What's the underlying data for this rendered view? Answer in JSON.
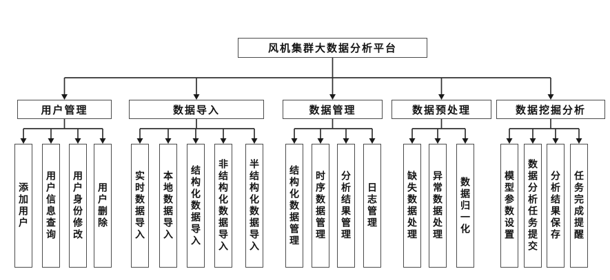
{
  "diagram": {
    "root": "风机集群大数据分析平台",
    "branches": [
      {
        "label": "用户管理",
        "children": [
          "添加用户",
          "用户信息查询",
          "用户身份修改",
          "用户删除"
        ]
      },
      {
        "label": "数据导入",
        "children": [
          "实时数据导入",
          "本地数据导入",
          "结构化数据导入",
          "非结构化数据导入",
          "半结构化数据导入"
        ]
      },
      {
        "label": "数据管理",
        "children": [
          "结构化数据管理",
          "时序数据管理",
          "分析结果管理",
          "日志管理"
        ]
      },
      {
        "label": "数据预处理",
        "children": [
          "缺失数据处理",
          "异常数据处理",
          "数据归一化"
        ]
      },
      {
        "label": "数据挖掘分析",
        "children": [
          "模型参数设置",
          "数据分析任务提交",
          "分析结果保存",
          "任务完成提醒"
        ]
      }
    ],
    "colors": {
      "line": "#2e2e2e",
      "arrow": "#1a1a1a",
      "box_border": "#4a4a4a",
      "box_fill": "#ffffff",
      "text": "#141414",
      "background": "#ffffff"
    }
  }
}
